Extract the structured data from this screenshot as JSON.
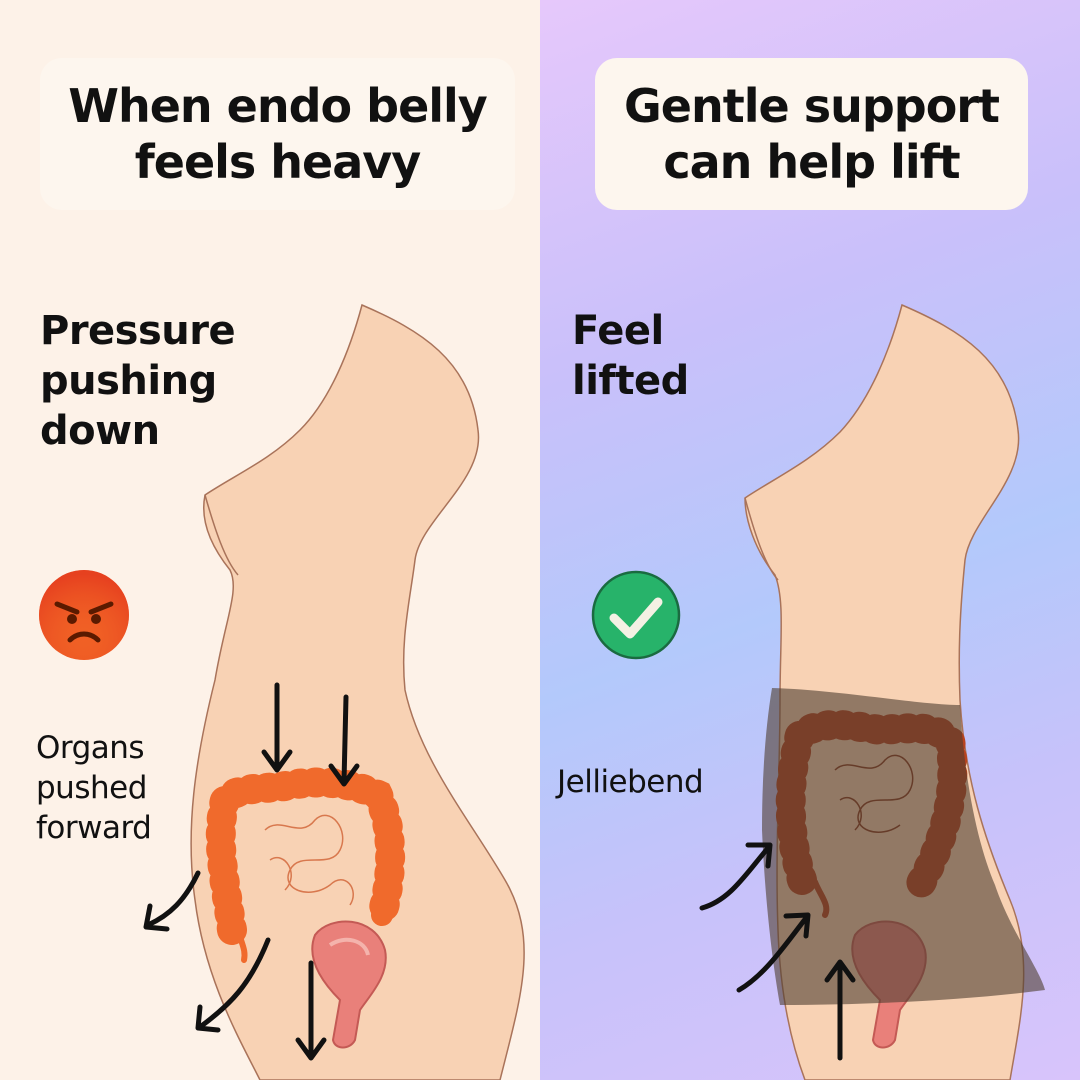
{
  "left": {
    "headline": "When endo belly\nfeels heavy",
    "label": "Pressure\npushing\ndown",
    "status_icon": "angry-face-icon",
    "organs_label": "Organs\npushed\nforward"
  },
  "right": {
    "headline": "Gentle support\ncan help lift",
    "label": "Feel\nlifted",
    "status_icon": "check-mark-icon",
    "product_label": "Jelliebend"
  },
  "colors": {
    "left_background": "#fdf2e8",
    "right_background_gradient": [
      "#e6c8fb",
      "#b3c9fb",
      "#d8c4fb"
    ],
    "skin": "#f8d2b4",
    "intestine": "#f06a2c",
    "intestine_supported": "#b9431f",
    "band": "#5a4536",
    "check_green": "#27b36a"
  }
}
